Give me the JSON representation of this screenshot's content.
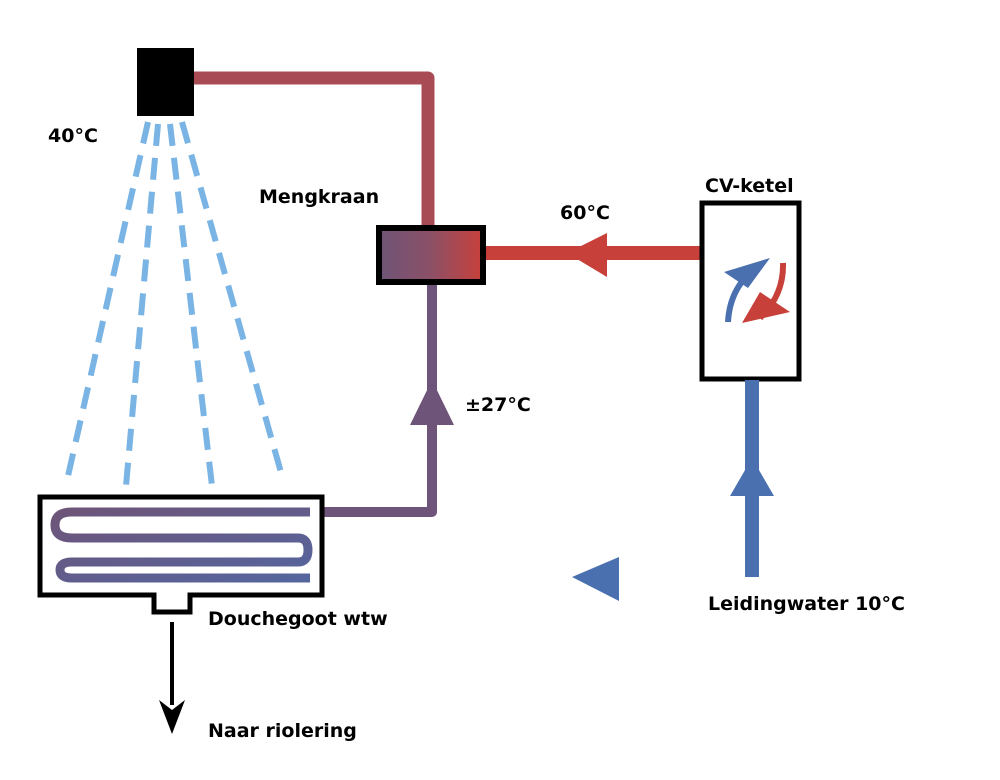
{
  "labels": {
    "shower_temp": "40°C",
    "mixer": "Mengkraan",
    "boiler_out_temp": "60°C",
    "boiler": "CV-ketel",
    "preheated_temp": "±27°C",
    "drain": "Douchegoot wtw",
    "sewer": "Naar riolering",
    "tap_water": "Leidingwater 10°C"
  },
  "colors": {
    "hot": "#c8403a",
    "hot_pipe": "#a84b55",
    "mixed": "#6e5478",
    "cold": "#4a70b0",
    "spray": "#7ab4e4",
    "outline": "#000000"
  }
}
